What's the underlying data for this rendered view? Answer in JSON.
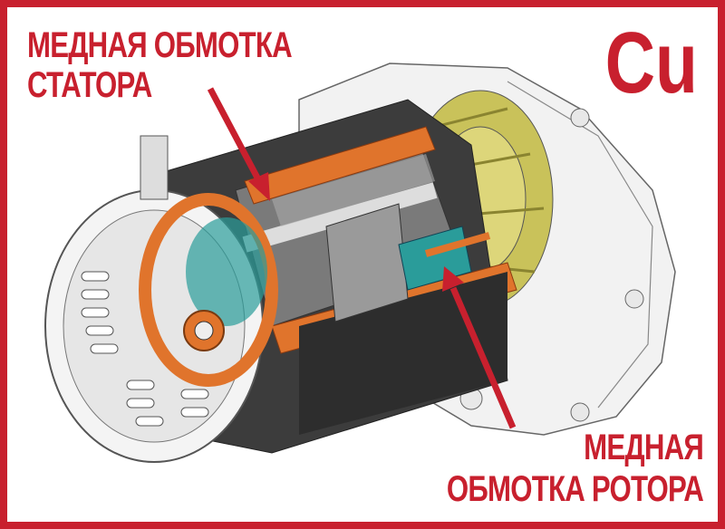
{
  "labels": {
    "stator_line1": "МЕДНАЯ ОБМОТКА",
    "stator_line2": "СТАТОРА",
    "rotor_line1": "МЕДНАЯ",
    "rotor_line2": "ОБМОТКА РОТОРА",
    "element_symbol": "Cu"
  },
  "colors": {
    "accent": "#c8202e",
    "copper": "#e0742c",
    "teal": "#2a9c9a",
    "fan": "#c9c25a"
  }
}
